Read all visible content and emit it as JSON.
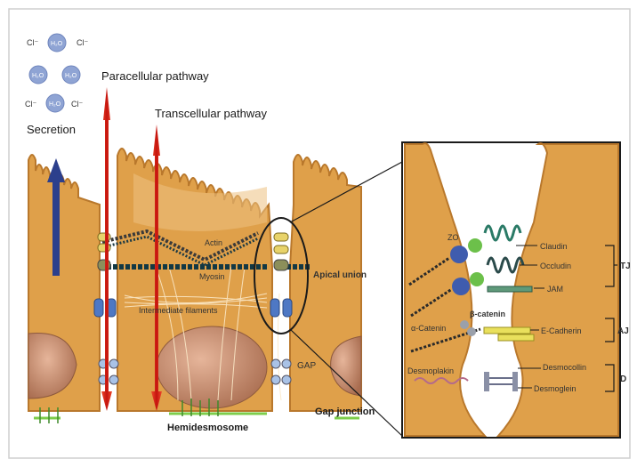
{
  "ions": {
    "cl_1": "Cl⁻",
    "cl_2": "Cl⁻",
    "cl_3": "Cl⁻",
    "cl_4": "Cl⁻",
    "h2o_1": "H₂O",
    "h2o_2": "H₂O",
    "h2o_3": "H₂O",
    "h2o_4": "H₂O"
  },
  "labels": {
    "secretion": "Secretion",
    "paracellular": "Paracellular pathway",
    "transcellular": "Transcellular pathway",
    "actin": "Actin",
    "myosin": "Myosin",
    "apical_union": "Apical union",
    "intermediate_filaments": "Intermediate filaments",
    "gap": "GAP",
    "gap_junction": "Gap junction",
    "hemidesmosome": "Hemidesmosome"
  },
  "inset": {
    "zo": "ZO",
    "claudin": "Claudin",
    "occludin": "Occludin",
    "jam": "JAM",
    "b_catenin": "β-catenin",
    "a_catenin": "α-Catenin",
    "e_cadherin": "E-Cadherin",
    "desmoplakin": "Desmoplakin",
    "desmocollin": "Desmocollin",
    "desmoglein": "Desmoglein",
    "tj": "TJ",
    "aj": "AJ",
    "d": "D"
  },
  "colors": {
    "cell": "#dfa04a",
    "cell_light": "#ecc182",
    "nucleus": "#c98b6a",
    "membrane": "#b9782c",
    "pathway_red": "#d8281c",
    "secretion_blue": "#2c3f8c",
    "ion_blue": "#8fa4d4",
    "protein_blue": "#3f5cae",
    "green_node": "#6cc04a",
    "teal": "#2a7a66"
  }
}
